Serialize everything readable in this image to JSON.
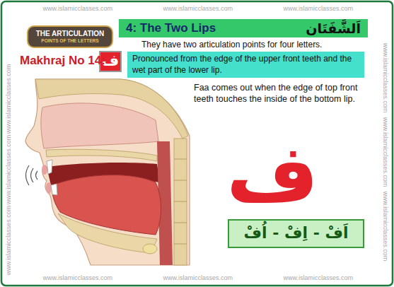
{
  "diagram": {
    "nodes": [
      {
        "text": [
          "THE ARTICULATION",
          "POINTS OF THE LETTERS"
        ]
      },
      {
        "text": [
          "4: The Two Lips",
          "اَلشَّفَتَان"
        ]
      },
      {
        "text": [
          "ف"
        ]
      },
      {
        "text": [
          "Pronounced from the edge of the upper front teeth and the wet part of the lower lip."
        ]
      },
      {
        "text": [
          "اَفْ - اِفْ - اُفْ"
        ]
      }
    ],
    "labels": [
      "They have two articulation points for four letters.",
      "Makhraj No 14:",
      "Faa comes out when the edge of top front teeth touches the inside of the bottom lip.",
      "ف",
      "www.islamicclasses.com",
      "www.islamicclasses.com",
      "www.islamicclasses.com",
      "www.islamicclasses.com",
      "www.islamicclasses.com",
      "www.islamicclasses.com",
      "www.islamicclasses.com",
      "www.islamicclasses.com",
      "www.islamicclasses.com",
      "www.islamicclasses.com",
      "www.islamicclasses.com",
      "www.islamicclasses.com"
    ]
  }
}
